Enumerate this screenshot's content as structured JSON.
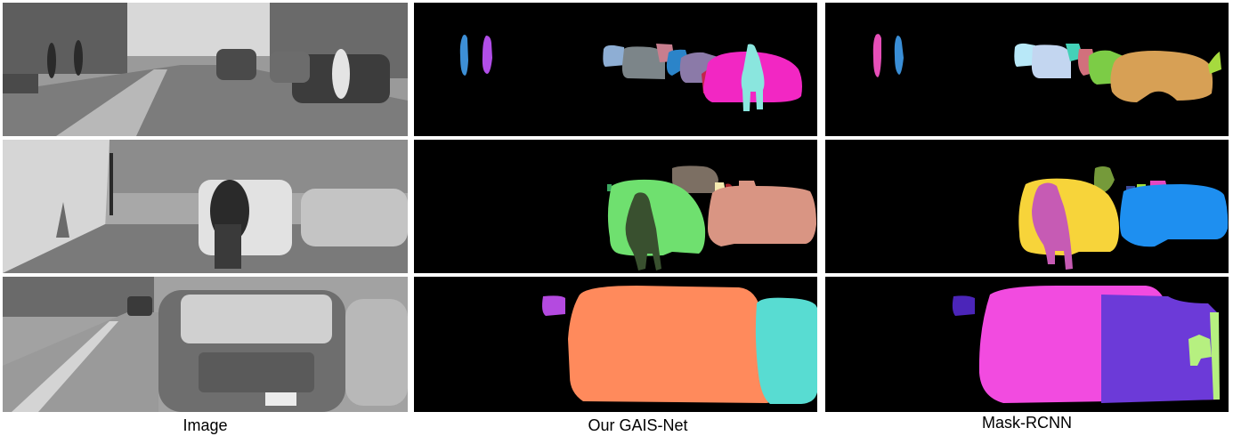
{
  "columns": [
    {
      "label": "Image"
    },
    {
      "label": "Our GAIS-Net"
    },
    {
      "label": "Mask-RCNN"
    }
  ],
  "rows": [
    {
      "scene": "street-row-1"
    },
    {
      "scene": "street-row-2"
    },
    {
      "scene": "street-row-3"
    }
  ],
  "colors": {
    "background": "#000000",
    "gais_row1": [
      "#3d8fd6",
      "#b14ee8",
      "#8eaed4",
      "#7c8589",
      "#c87e8e",
      "#2b84c9",
      "#8b7aa8",
      "#c2264a",
      "#f227c3",
      "#8ae6de"
    ],
    "maskrcnn_row1": [
      "#e64fb8",
      "#3a8ed6",
      "#b8e8f8",
      "#c3d6f0",
      "#44d1b8",
      "#d2707c",
      "#7ccc46",
      "#d7a055",
      "#a6da3e"
    ],
    "gais_row2": [
      "#6fe06f",
      "#39502f",
      "#7c6f63",
      "#f4eab0",
      "#a8232b",
      "#d99583",
      "#3aa860"
    ],
    "maskrcnn_row2": [
      "#f7d43a",
      "#c65bb4",
      "#759a3a",
      "#1e8ff0",
      "#3a4a9a",
      "#a0e03a",
      "#e646c0"
    ],
    "gais_row3": [
      "#b44ae0",
      "#ff8a5c",
      "#58dcd2"
    ],
    "maskrcnn_row3": [
      "#4b25b9",
      "#f24be0",
      "#6c3ad8",
      "#b6f080",
      "#a8a8b0"
    ]
  }
}
